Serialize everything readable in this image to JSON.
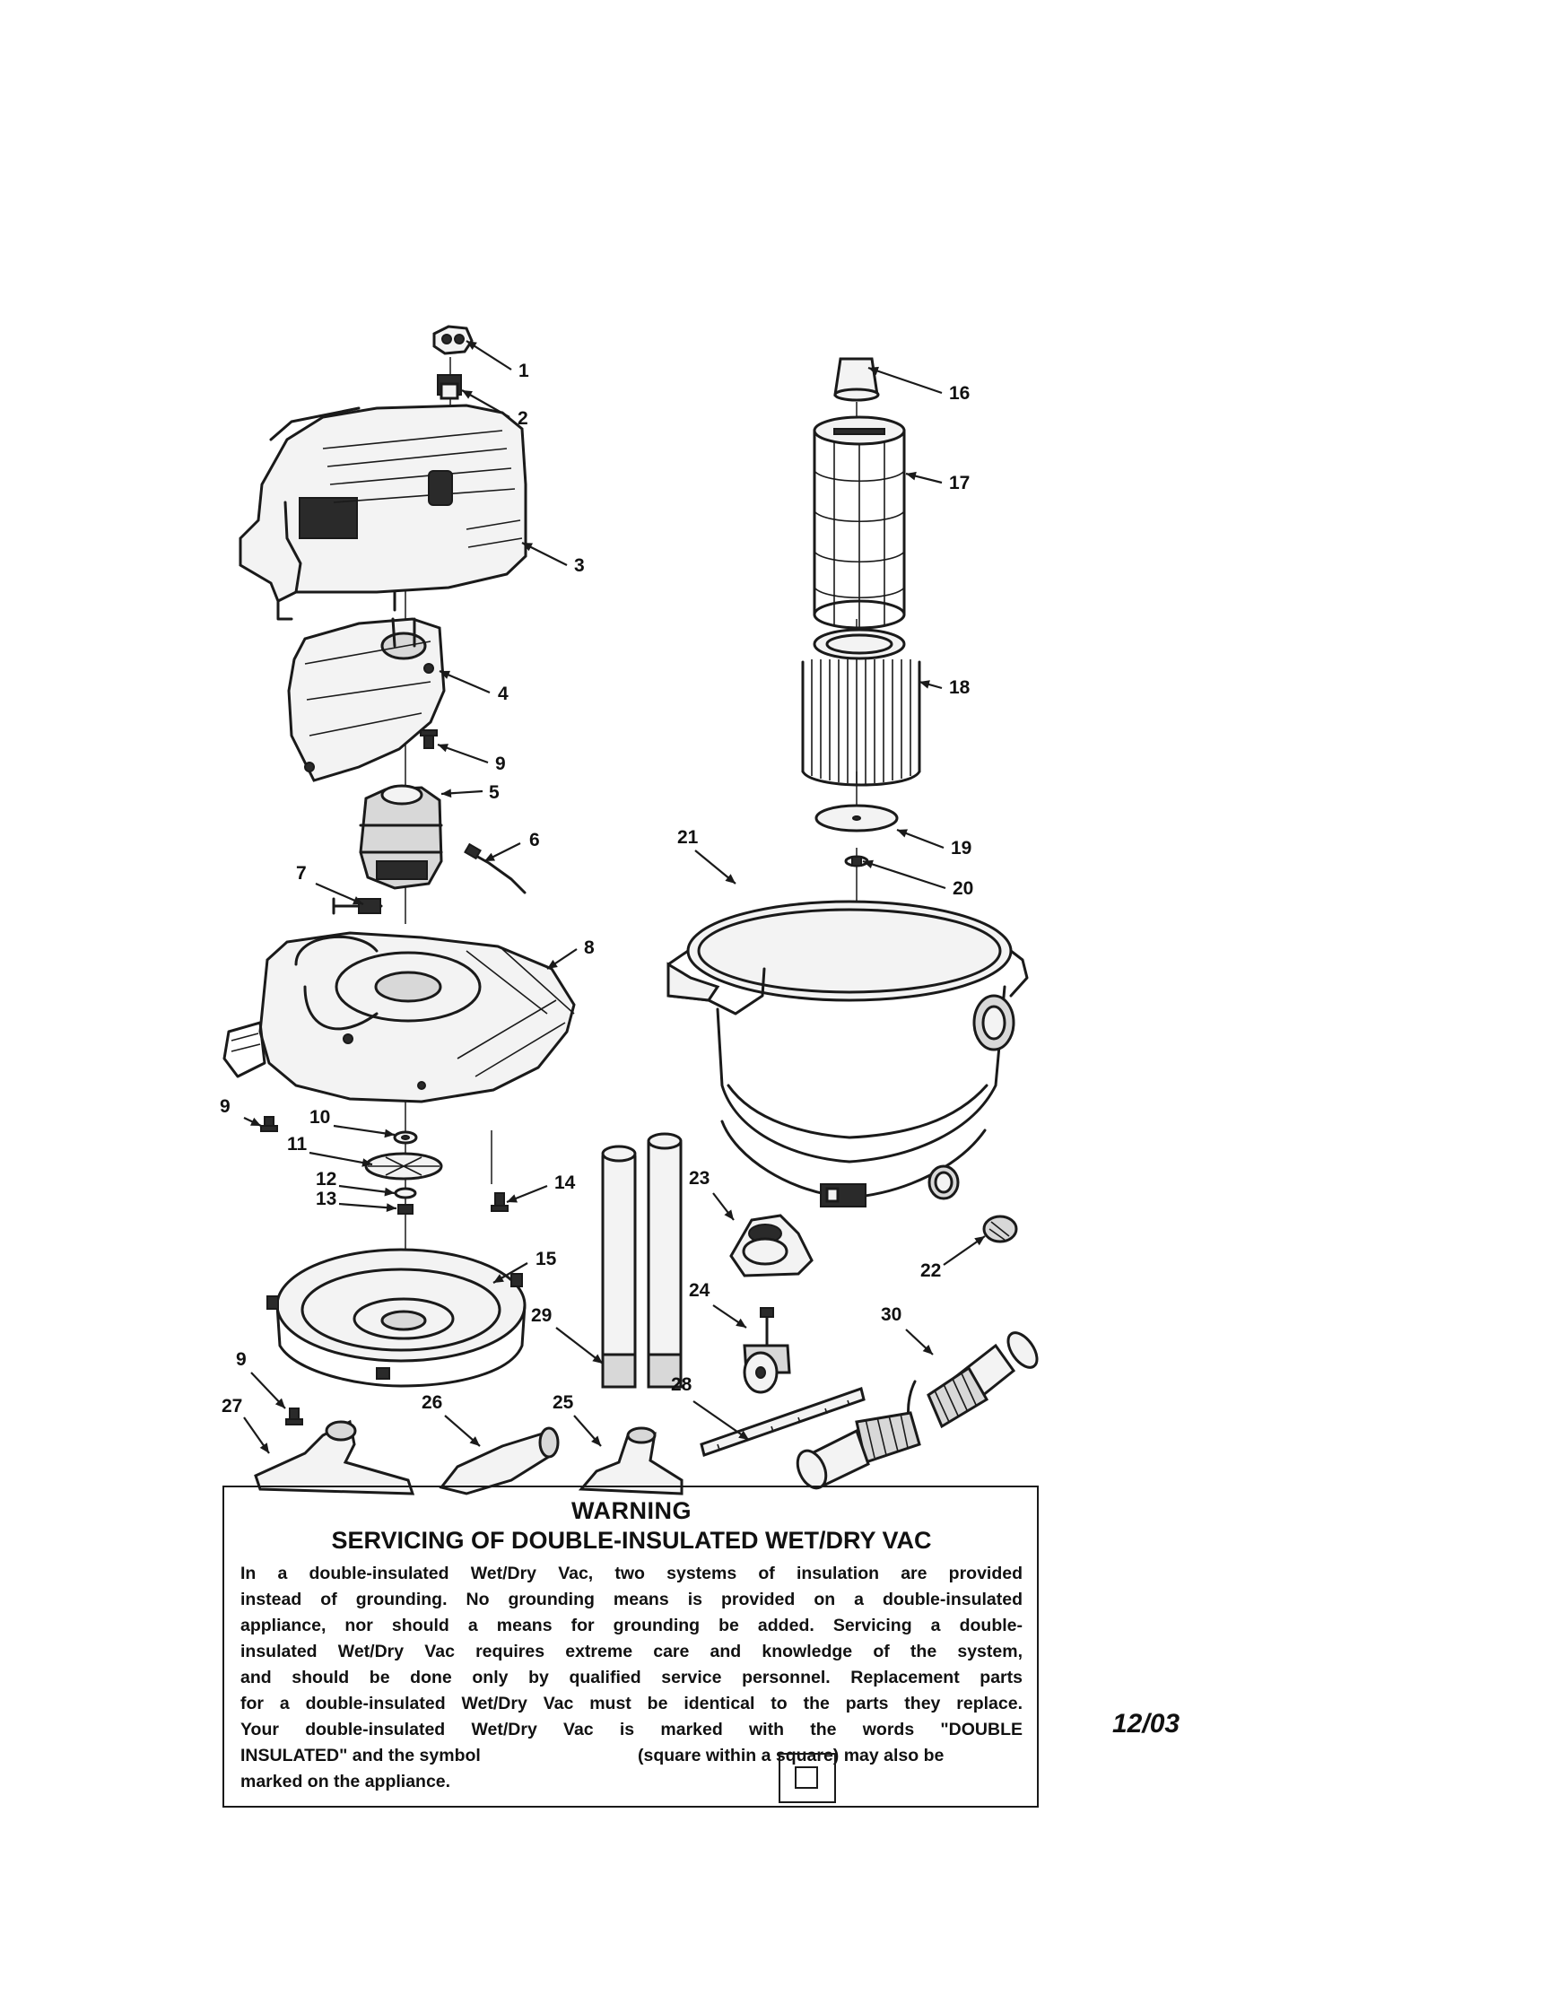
{
  "parts": [
    {
      "num": "1",
      "icon": "switch-housing-icon"
    },
    {
      "num": "2",
      "icon": "switch-icon"
    },
    {
      "num": "3",
      "icon": "motor-cover-icon"
    },
    {
      "num": "4",
      "icon": "motor-housing-icon"
    },
    {
      "num": "5",
      "icon": "motor-icon"
    },
    {
      "num": "6",
      "icon": "power-cord-icon"
    },
    {
      "num": "7",
      "icon": "cord-strain-relief-icon"
    },
    {
      "num": "8",
      "icon": "lid-icon"
    },
    {
      "num": "9",
      "icon": "screw-icon"
    },
    {
      "num": "10",
      "icon": "nut-icon"
    },
    {
      "num": "11",
      "icon": "impeller-icon"
    },
    {
      "num": "12",
      "icon": "washer-icon"
    },
    {
      "num": "13",
      "icon": "nut-icon"
    },
    {
      "num": "14",
      "icon": "screw-icon"
    },
    {
      "num": "15",
      "icon": "impeller-housing-icon"
    },
    {
      "num": "16",
      "icon": "float-icon"
    },
    {
      "num": "17",
      "icon": "filter-cage-icon"
    },
    {
      "num": "18",
      "icon": "cartridge-filter-icon"
    },
    {
      "num": "19",
      "icon": "filter-retainer-icon"
    },
    {
      "num": "20",
      "icon": "filter-nut-icon"
    },
    {
      "num": "21",
      "icon": "collection-tank-icon"
    },
    {
      "num": "22",
      "icon": "drain-cap-icon"
    },
    {
      "num": "23",
      "icon": "caster-foot-icon"
    },
    {
      "num": "24",
      "icon": "caster-icon"
    },
    {
      "num": "25",
      "icon": "utility-nozzle-icon"
    },
    {
      "num": "26",
      "icon": "car-nozzle-icon"
    },
    {
      "num": "27",
      "icon": "floor-nozzle-icon"
    },
    {
      "num": "28",
      "icon": "accessory-strip-icon"
    },
    {
      "num": "29",
      "icon": "extension-wand-icon"
    },
    {
      "num": "30",
      "icon": "hose-icon"
    }
  ],
  "warning": {
    "title": "WARNING",
    "subtitle": "SERVICING OF DOUBLE-INSULATED WET/DRY VAC",
    "lines": [
      "In a double-insulated Wet/Dry Vac, two systems of insulation are provided",
      "instead of grounding. No grounding means is provided on a double-insulated",
      "appliance, nor should a means for grounding be added. Servicing a double-",
      "insulated Wet/Dry Vac requires extreme care and knowledge of the system,",
      "and should be done only by qualified service personnel. Replacement parts",
      "for a double-insulated Wet/Dry Vac must be identical to the parts they replace.",
      "Your double-insulated Wet/Dry Vac is marked with the words \"DOUBLE"
    ],
    "line8_left": "INSULATED\" and the symbol",
    "line8_right": "(square within a square) may also be",
    "line9": "marked on the appliance.",
    "symbol": "double-insulation-symbol"
  },
  "date_code": "12/03"
}
